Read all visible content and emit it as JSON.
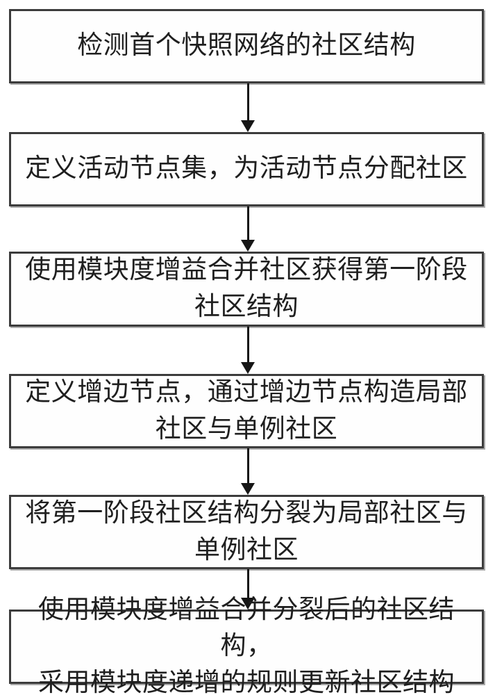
{
  "colors": {
    "box_border": "#3c3c3c",
    "box_background": "#fefefe",
    "text": "#1f1f1f",
    "arrow": "#161616",
    "page_background": "#ffffff"
  },
  "flowchart": {
    "direction": "top-to-bottom",
    "steps": [
      {
        "text": "检测首个快照网络的社区结构"
      },
      {
        "text": "定义活动节点集，为活动节点分配社区"
      },
      {
        "text": "使用模块度增益合并社区获得第一阶段\n社区结构"
      },
      {
        "text": "定义增边节点，通过增边节点构造局部\n社区与单例社区"
      },
      {
        "text": "将第一阶段社区结构分裂为局部社区与\n单例社区"
      },
      {
        "text": "使用模块度增益合并分裂后的社区结构，\n采用模块度递增的规则更新社区结构"
      }
    ],
    "connectors": [
      {
        "from": 1,
        "to": 2,
        "type": "down-arrow"
      },
      {
        "from": 2,
        "to": 3,
        "type": "down-arrow"
      },
      {
        "from": 3,
        "to": 4,
        "type": "down-arrow"
      },
      {
        "from": 4,
        "to": 5,
        "type": "down-arrow"
      },
      {
        "from": 5,
        "to": 6,
        "type": "down-arrow"
      }
    ]
  }
}
